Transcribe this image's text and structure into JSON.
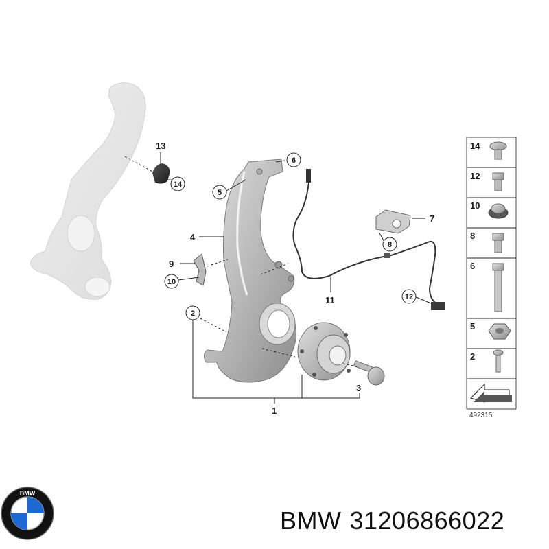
{
  "diagram": {
    "callouts": {
      "c1": "1",
      "c2": "2",
      "c3": "3",
      "c4": "4",
      "c5": "5",
      "c6": "6",
      "c7": "7",
      "c8": "8",
      "c9": "9",
      "c10": "10",
      "c11": "11",
      "c12": "12",
      "c13": "13",
      "c14": "14"
    },
    "legend": {
      "items": [
        {
          "number": "14",
          "kind": "torx-bolt"
        },
        {
          "number": "12",
          "kind": "hex-flange-bolt"
        },
        {
          "number": "10",
          "kind": "hex-nut"
        },
        {
          "number": "8",
          "kind": "short-hex-bolt"
        },
        {
          "number": "6",
          "kind": "long-hex-bolt"
        },
        {
          "number": "5",
          "kind": "flange-nut"
        },
        {
          "number": "2",
          "kind": "torx-screw"
        }
      ],
      "code": "492315"
    }
  },
  "brand": {
    "logo_text": "BMW",
    "name": "BMW",
    "part_number": "31206866022"
  },
  "colors": {
    "part_fill": "#c9c9c9",
    "part_shade": "#9a9a9a",
    "ghost_fill": "#e4e4e4",
    "line": "#222222",
    "bmw_blue": "#1c69d4"
  }
}
